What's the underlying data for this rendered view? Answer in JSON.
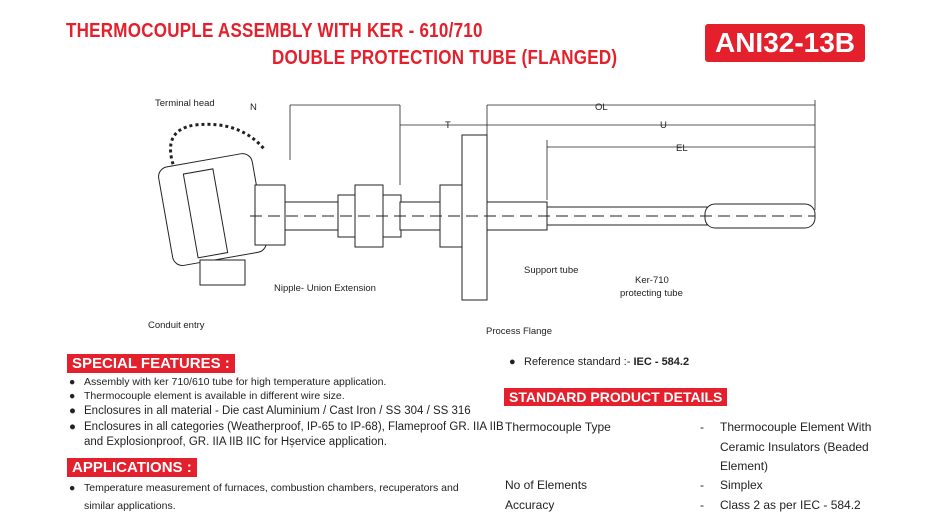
{
  "title": {
    "line1": "THERMOCOUPLE ASSEMBLY WITH KER - 610/710",
    "line2": "DOUBLE PROTECTION TUBE (FLANGED)",
    "code": "ANI32-13B"
  },
  "diagram": {
    "labels": {
      "terminal_head": "Terminal head",
      "n": "N",
      "t": "T",
      "ol": "OL",
      "u": "U",
      "el": "EL",
      "nipple": "Nipple- Union Extension",
      "conduit": "Conduit entry",
      "support": "Support tube",
      "ker1": "Ker-710",
      "ker2": "protecting tube",
      "flange": "Process Flange"
    }
  },
  "special_features": {
    "heading": "SPECIAL FEATURES :",
    "items": [
      "Assembly with ker 710/610 tube for high temperature application.",
      "Thermocouple element is available in different wire size.",
      "Enclosures in all material - Die cast Aluminium / Cast Iron / SS 304 / SS 316",
      "Enclosures in all categories (Weatherproof, IP-65 to IP-68), Flameproof GR. IIA IIB",
      "and Explosionproof, GR. IIA IIB IIC for Hșervice application."
    ]
  },
  "applications": {
    "heading": "APPLICATIONS :",
    "items": [
      "Temperature measurement of furnaces, combustion chambers, recuperators and",
      "similar applications."
    ]
  },
  "reference": {
    "label": "Reference standard :-",
    "value": "IEC - 584.2"
  },
  "details": {
    "heading": "STANDARD PRODUCT DETAILS",
    "rows": [
      {
        "label": "Thermocouple Type",
        "dash": "-",
        "value": [
          "Thermocouple Element With",
          "Ceramic Insulators (Beaded",
          "Element)"
        ]
      },
      {
        "label": "No of Elements",
        "dash": "-",
        "value": [
          "Simplex"
        ]
      },
      {
        "label": "Accuracy",
        "dash": "-",
        "value": [
          "Class 2 as per IEC - 584.2"
        ]
      }
    ]
  }
}
